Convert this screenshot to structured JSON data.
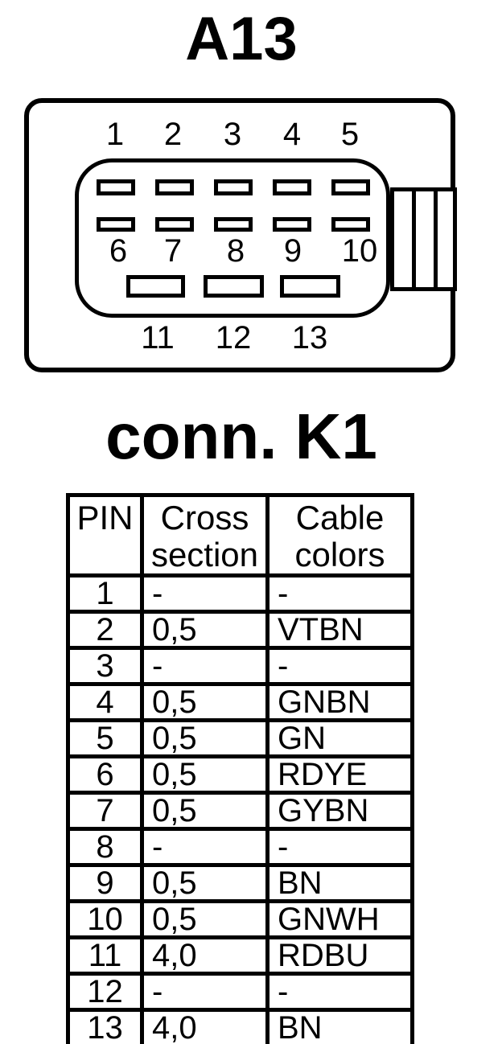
{
  "colors": {
    "ink": "#000000",
    "background": "#ffffff"
  },
  "titles": {
    "connector": "A13",
    "connection": "conn. K1"
  },
  "connector_diagram": {
    "top_pin_labels": [
      "1",
      "2",
      "3",
      "4",
      "5"
    ],
    "middle_pin_labels": [
      "6",
      "7",
      "8",
      "9",
      "10"
    ],
    "bottom_pin_labels": [
      "11",
      "12",
      "13"
    ]
  },
  "pin_table": {
    "headers": [
      "PIN",
      "Cross section",
      "Cable colors"
    ],
    "rows": [
      {
        "pin": "1",
        "cross_section": "-",
        "cable_color": "-"
      },
      {
        "pin": "2",
        "cross_section": "0,5",
        "cable_color": "VTBN"
      },
      {
        "pin": "3",
        "cross_section": "-",
        "cable_color": "-"
      },
      {
        "pin": "4",
        "cross_section": "0,5",
        "cable_color": "GNBN"
      },
      {
        "pin": "5",
        "cross_section": "0,5",
        "cable_color": "GN"
      },
      {
        "pin": "6",
        "cross_section": "0,5",
        "cable_color": "RDYE"
      },
      {
        "pin": "7",
        "cross_section": "0,5",
        "cable_color": "GYBN"
      },
      {
        "pin": "8",
        "cross_section": "-",
        "cable_color": "-"
      },
      {
        "pin": "9",
        "cross_section": "0,5",
        "cable_color": "BN"
      },
      {
        "pin": "10",
        "cross_section": "0,5",
        "cable_color": "GNWH"
      },
      {
        "pin": "11",
        "cross_section": "4,0",
        "cable_color": "RDBU"
      },
      {
        "pin": "12",
        "cross_section": "-",
        "cable_color": "-"
      },
      {
        "pin": "13",
        "cross_section": "4,0",
        "cable_color": "BN"
      }
    ]
  }
}
